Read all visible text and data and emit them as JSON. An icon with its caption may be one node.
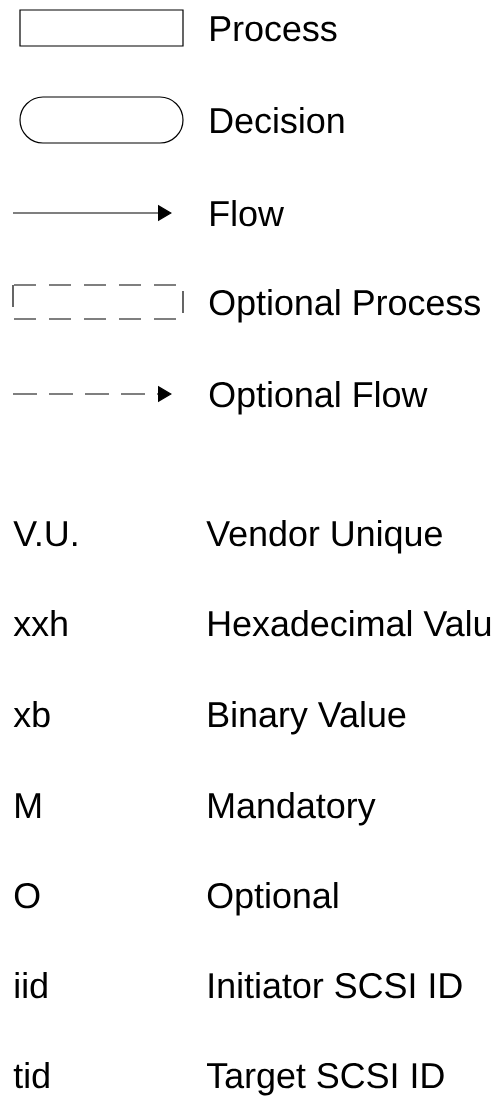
{
  "diagram": {
    "legend": [
      {
        "text": "Process"
      },
      {
        "text": "Decision"
      },
      {
        "text": "Flow"
      },
      {
        "text": "Optional Process"
      },
      {
        "text": "Optional Flow"
      }
    ],
    "labels": [
      "V.U.",
      "Vendor Unique",
      "xxh",
      "Hexadecimal Valu",
      "xb",
      "Binary Value",
      "M",
      "Mandatory",
      "O",
      "Optional",
      "iid",
      "Initiator SCSI ID",
      "tid",
      "Target SCSI ID"
    ]
  }
}
